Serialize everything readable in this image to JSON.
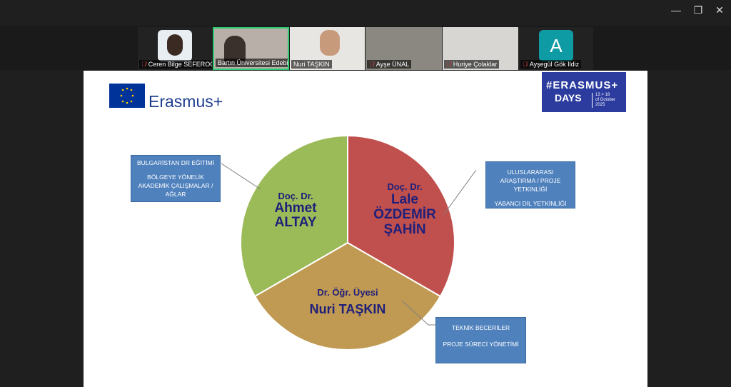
{
  "window": {
    "minimize": "—",
    "restore": "❐",
    "close": "✕"
  },
  "participants": [
    {
      "name": "Ceren Bilge SEFEROĞLU",
      "muted": true
    },
    {
      "name": "Bartın Üniversitesi Edebiy...",
      "muted": false,
      "active": true
    },
    {
      "name": "Nuri TAŞKIN",
      "muted": false
    },
    {
      "name": "Ayşe ÜNAL",
      "muted": true
    },
    {
      "name": "Huriye Çolaklar",
      "muted": true
    },
    {
      "name": "Ayşegül Gök Ildiz",
      "muted": true,
      "initial": "A"
    }
  ],
  "slide": {
    "logo": "Erasmus+",
    "badge": {
      "line1": "#ERASMUS+",
      "line2": "DAYS",
      "dates": "13 > 18",
      "month": "of October",
      "year": "2025"
    },
    "boxes": {
      "left": [
        "BULGARİSTAN DR EĞİTİMİ",
        "BÖLGEYE YÖNELİK AKADEMİK ÇALIŞMALAR / AĞLAR"
      ],
      "right": [
        "ULUSLARARASI ARAŞTIRMA / PROJE YETKİNLİĞİ",
        "YABANCI DİL YETKİNLİĞİ"
      ],
      "bottom": [
        "TEKNİK BECERİLER",
        "PROJE SÜRECİ YÖNETİMİ"
      ]
    }
  },
  "chart_data": {
    "type": "pie",
    "slices": [
      {
        "title": "Doç. Dr.",
        "name": "Lale ÖZDEMİR ŞAHİN",
        "value": 1,
        "color": "#c0504d"
      },
      {
        "title": "Dr. Öğr. Üyesi",
        "name": "Nuri TAŞKIN",
        "value": 1,
        "color": "#c09a52"
      },
      {
        "title": "Doç. Dr.",
        "name": "Ahmet ALTAY",
        "value": 1,
        "color": "#9bbb59"
      }
    ]
  }
}
